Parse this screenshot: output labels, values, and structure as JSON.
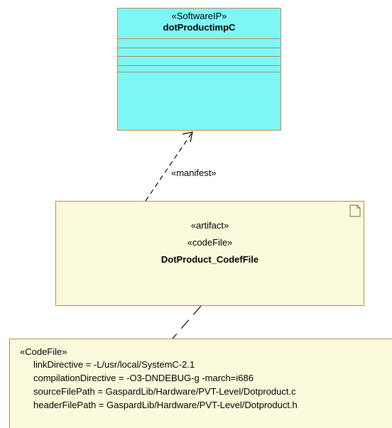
{
  "software_ip": {
    "stereotype": "«SoftwareIP»",
    "name": "dotProductimpC"
  },
  "manifest": {
    "label": "«manifest»"
  },
  "artifact": {
    "stereotype": "«artifact»",
    "code_stereotype": "«codeFile»",
    "name": "DotProduct_CodefFile",
    "icon": "document-icon"
  },
  "code_file_note": {
    "stereotype": "«CodeFile»",
    "rows": [
      "linkDirective = -L/usr/local/SystemC-2.1",
      "compilationDirective = -O3-DNDEBUG-g -march=i686",
      "sourceFilePath = GaspardLib/Hardware/PVT-Level/Dotproduct.c",
      "headerFilePath = GaspardLib/Hardware/PVT-Level/Dotproduct.h"
    ]
  },
  "colors": {
    "class_fill": "#7ff6f6",
    "artifact_fill": "#fbf9dc",
    "border": "#b58a52",
    "line": "#000000"
  }
}
